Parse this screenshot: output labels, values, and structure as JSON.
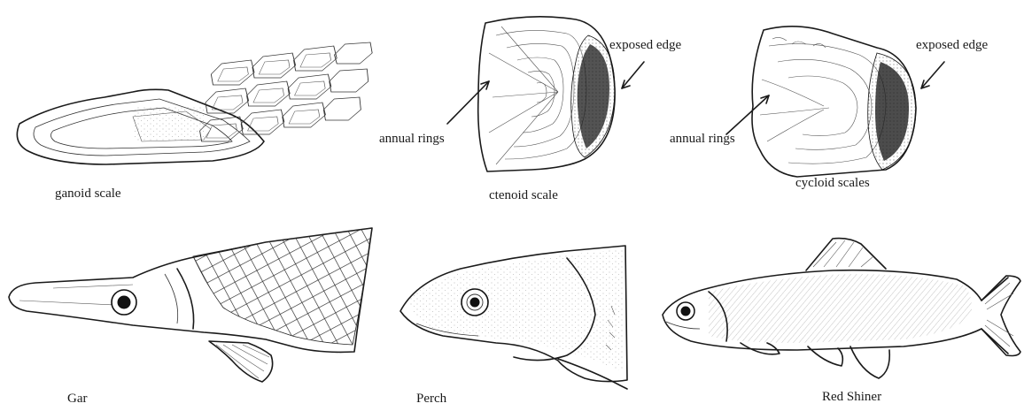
{
  "scales": {
    "ganoid": {
      "caption": "ganoid scale"
    },
    "ctenoid": {
      "caption": "ctenoid scale",
      "exposed_edge": "exposed edge",
      "annual_rings": "annual rings"
    },
    "cycloid": {
      "caption": "cycloid scales",
      "exposed_edge": "exposed edge",
      "annual_rings": "annual rings"
    }
  },
  "fish": {
    "gar": {
      "caption": "Gar"
    },
    "perch": {
      "caption": "Perch"
    },
    "red_shiner": {
      "caption": "Red Shiner"
    }
  }
}
